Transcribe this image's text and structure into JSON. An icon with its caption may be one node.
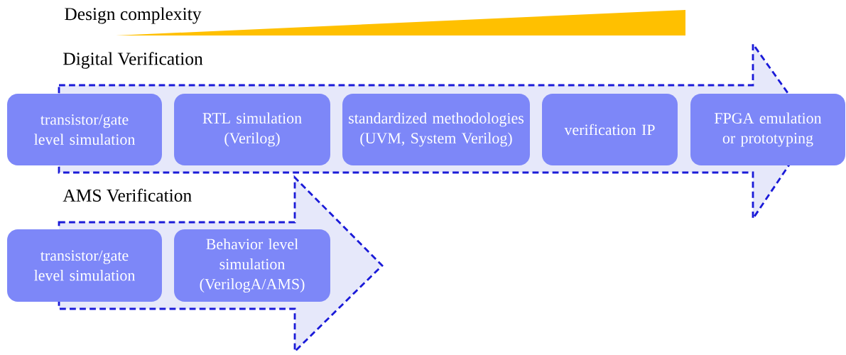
{
  "diagram": {
    "nodes": [
      {
        "text": [
          "transistor/gate level simulation"
        ]
      },
      {
        "text": [
          "RTL simulation (Verilog)"
        ]
      },
      {
        "text": [
          "standardized methodologies (UVM, System Verilog)"
        ]
      },
      {
        "text": [
          "verification IP"
        ]
      },
      {
        "text": [
          "FPGA emulation or prototyping"
        ]
      },
      {
        "text": [
          "transistor/gate level simulation"
        ]
      },
      {
        "text": [
          "Behavior level simulation (VerilogA/AMS)"
        ]
      }
    ],
    "labels": [
      "Design complexity",
      "Digital Verification",
      "AMS Verification"
    ]
  }
}
